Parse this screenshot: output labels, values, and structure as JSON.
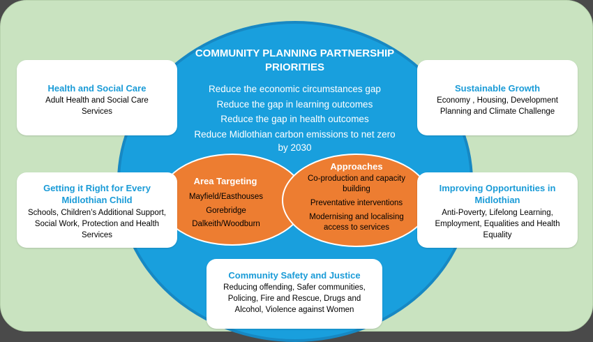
{
  "title": "COMMUNITY PLANNING PARTNERSHIP PRIORITIES",
  "priorities": [
    "Reduce the economic circumstances gap",
    "Reduce the gap in learning outcomes",
    "Reduce the gap in health outcomes",
    "Reduce Midlothian carbon emissions to net zero by 2030"
  ],
  "area_targeting": {
    "title": "Area Targeting",
    "items": [
      "Mayfield/Easthouses",
      "Gorebridge",
      "Dalkeith/Woodburn"
    ]
  },
  "approaches": {
    "title": "Approaches",
    "items": [
      "Co-production and capacity building",
      "Preventative interventions",
      "Modernising and localising access to services"
    ]
  },
  "cards": {
    "health": {
      "title": "Health and Social Care",
      "body": "Adult Health and Social Care Services"
    },
    "growth": {
      "title": "Sustainable Growth",
      "body": "Economy , Housing, Development Planning and Climate Challenge"
    },
    "child": {
      "title": "Getting it Right for Every Midlothian Child",
      "body": "Schools, Children’s Additional Support, Social Work, Protection and Health Services"
    },
    "opportunities": {
      "title": "Improving Opportunities in Midlothian",
      "body": "Anti-Poverty, Lifelong Learning, Employment, Equalities and Health Equality"
    },
    "safety": {
      "title": "Community Safety and Justice",
      "body": "Reducing offending, Safer communities, Policing, Fire and Rescue, Drugs and Alcohol, Violence against Women"
    }
  },
  "colors": {
    "panel": "#c9e3c0",
    "circle": "#199fdd",
    "ellipse": "#ed7d31",
    "card_title": "#1a9bd7"
  }
}
